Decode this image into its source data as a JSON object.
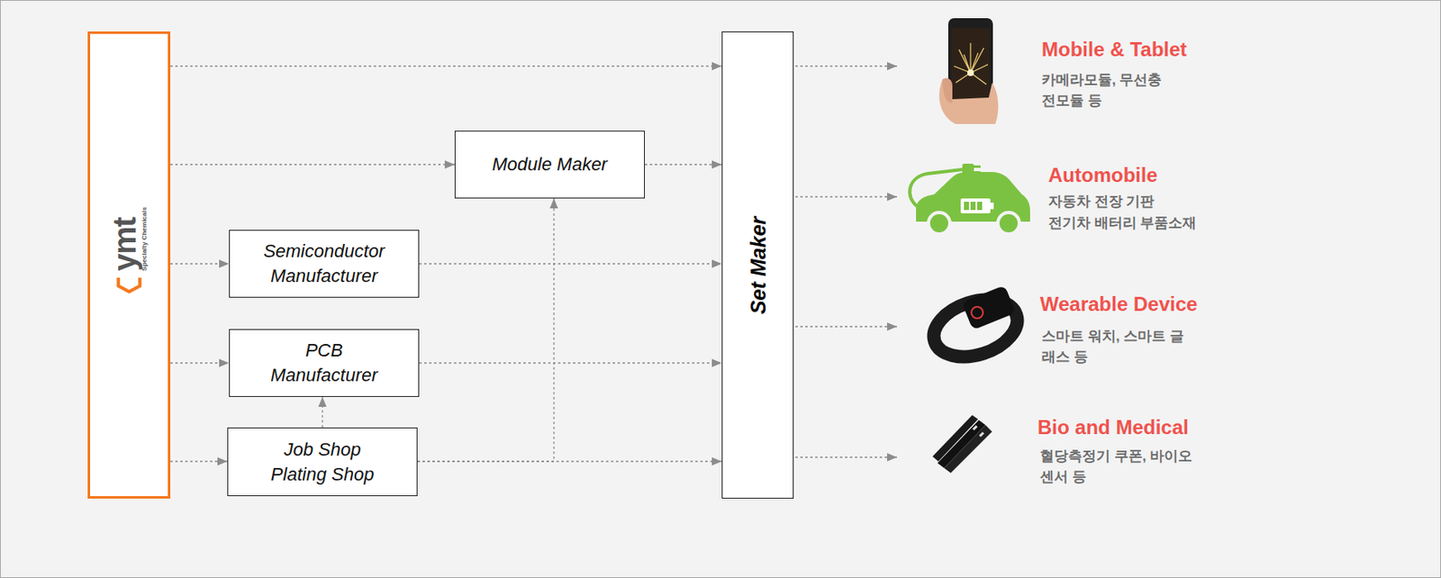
{
  "diagram": {
    "nodes": [
      {
        "text": [
          "ymt",
          "Specialty Chemicals"
        ]
      },
      {
        "text": [
          "Module Maker"
        ]
      },
      {
        "text": [
          "Semiconductor Manufacturer"
        ]
      },
      {
        "text": [
          "PCB Manufacturer"
        ]
      },
      {
        "text": [
          "Job Shop Plating Shop"
        ]
      },
      {
        "text": [
          "Set Maker"
        ]
      }
    ],
    "edges": [
      {
        "from": 0,
        "to": 5,
        "arrow": "to"
      },
      {
        "from": 0,
        "to": 1,
        "arrow": "to"
      },
      {
        "from": 1,
        "to": 5,
        "arrow": "to"
      },
      {
        "from": 0,
        "to": 2,
        "arrow": "to"
      },
      {
        "from": 2,
        "to": 5,
        "arrow": "to"
      },
      {
        "from": 0,
        "to": 3,
        "arrow": "to"
      },
      {
        "from": 3,
        "to": 5,
        "arrow": "to"
      },
      {
        "from": 0,
        "to": 4,
        "arrow": "to"
      },
      {
        "from": 4,
        "to": 5,
        "arrow": "to"
      },
      {
        "from": 4,
        "to": 3,
        "arrow": "to"
      },
      {
        "from": 4,
        "to": 1,
        "arrow": "to"
      }
    ],
    "labels": [
      "Mobile & Tablet",
      "카메라모듈, 무선충전모듈 등",
      "Automobile",
      "자동차 전장 기판",
      "전기차 배터리 부품소재",
      "Wearable Device",
      "스마트 워치, 스마트 글래스 등",
      "Bio and Medical",
      "혈당측정기 쿠폰, 바이오 센서 등"
    ]
  }
}
